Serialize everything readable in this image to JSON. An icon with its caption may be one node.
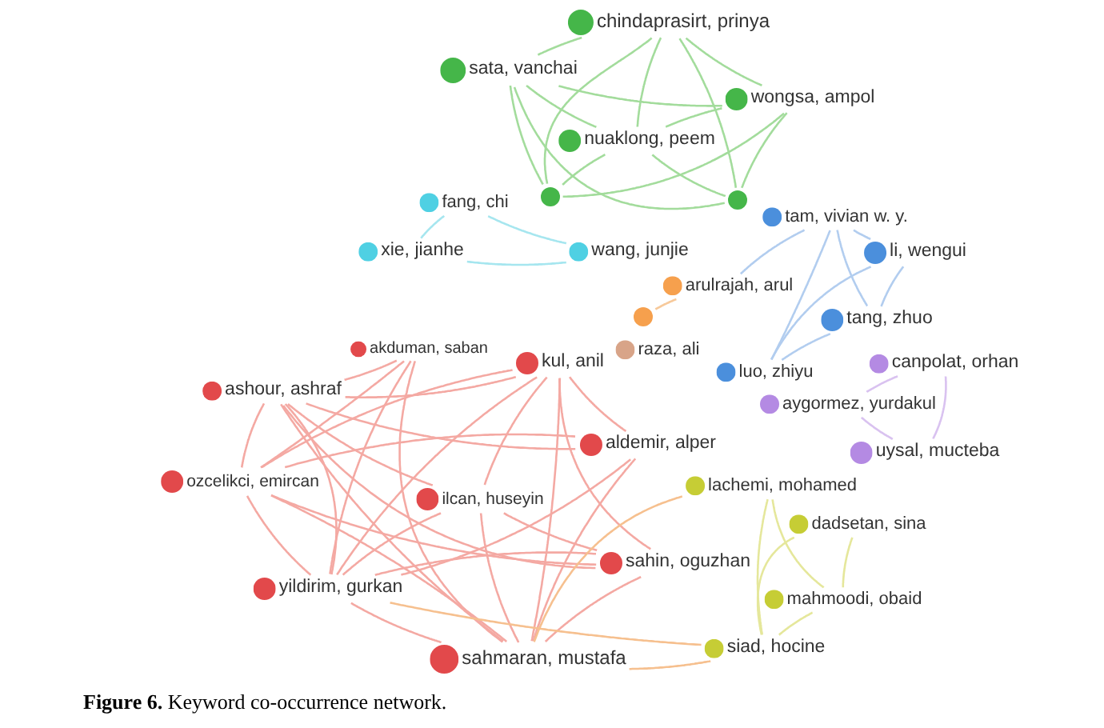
{
  "diagram": {
    "caption": "**Figure 6.** Keyword co-occurrence network.",
    "nodes": [
      {
        "text": [
          "chindaprasirt, prinya"
        ]
      },
      {
        "text": [
          "sata, vanchai"
        ]
      },
      {
        "text": [
          "wongsa, ampol"
        ]
      },
      {
        "text": [
          "nuaklong, peem"
        ]
      },
      {
        "text": [],
        "shape": "circle"
      },
      {
        "text": [],
        "shape": "circle"
      },
      {
        "text": [
          "fang, chi"
        ]
      },
      {
        "text": [
          "tam, vivian w. y."
        ]
      },
      {
        "text": [
          "xie, jianhe"
        ]
      },
      {
        "text": [
          "wang, junjie"
        ]
      },
      {
        "text": [
          "li, wengui"
        ]
      },
      {
        "text": [
          "arulrajah, arul"
        ]
      },
      {
        "text": [],
        "shape": "circle"
      },
      {
        "text": [
          "tang, zhuo"
        ]
      },
      {
        "text": [
          "akduman, saban"
        ]
      },
      {
        "text": [
          "raza, ali"
        ]
      },
      {
        "text": [
          "kul, anil"
        ]
      },
      {
        "text": [
          "canpolat, orhan"
        ]
      },
      {
        "text": [
          "luo, zhiyu"
        ]
      },
      {
        "text": [
          "ashour, ashraf"
        ]
      },
      {
        "text": [
          "aygormez, yurdakul"
        ]
      },
      {
        "text": [
          "aldemir, alper"
        ]
      },
      {
        "text": [
          "uysal, mucteba"
        ]
      },
      {
        "text": [
          "ozcelikci, emircan"
        ]
      },
      {
        "text": [
          "lachemi, mohamed"
        ]
      },
      {
        "text": [
          "ilcan, huseyin"
        ]
      },
      {
        "text": [
          "dadsetan, sina"
        ]
      },
      {
        "text": [
          "sahin, oguzhan"
        ]
      },
      {
        "text": [
          "yildirim, gurkan"
        ]
      },
      {
        "text": [
          "mahmoodi, obaid"
        ]
      },
      {
        "text": [
          "siad, hocine"
        ]
      },
      {
        "text": [
          "sahmaran, mustafa"
        ]
      }
    ],
    "edges": [
      {
        "from": 0,
        "to": 1,
        "arrow": "none",
        "color": "#a3dc9c"
      },
      {
        "from": 0,
        "to": 2,
        "arrow": "none",
        "color": "#a3dc9c"
      },
      {
        "from": 0,
        "to": 3,
        "arrow": "none",
        "color": "#a3dc9c"
      },
      {
        "from": 0,
        "to": 4,
        "arrow": "none",
        "color": "#a3dc9c"
      },
      {
        "from": 0,
        "to": 5,
        "arrow": "none",
        "color": "#a3dc9c"
      },
      {
        "from": 1,
        "to": 2,
        "arrow": "none",
        "color": "#a3dc9c"
      },
      {
        "from": 1,
        "to": 3,
        "arrow": "none",
        "color": "#a3dc9c"
      },
      {
        "from": 1,
        "to": 4,
        "arrow": "none",
        "color": "#a3dc9c"
      },
      {
        "from": 1,
        "to": 5,
        "arrow": "none",
        "color": "#a3dc9c"
      },
      {
        "from": 2,
        "to": 3,
        "arrow": "none",
        "color": "#a3dc9c"
      },
      {
        "from": 2,
        "to": 4,
        "arrow": "none",
        "color": "#a3dc9c"
      },
      {
        "from": 2,
        "to": 5,
        "arrow": "none",
        "color": "#a3dc9c"
      },
      {
        "from": 3,
        "to": 4,
        "arrow": "none",
        "color": "#a3dc9c"
      },
      {
        "from": 3,
        "to": 5,
        "arrow": "none",
        "color": "#a3dc9c"
      },
      {
        "from": 6,
        "to": 8,
        "arrow": "none",
        "color": "#a6e6ef"
      },
      {
        "from": 6,
        "to": 9,
        "arrow": "none",
        "color": "#a6e6ef"
      },
      {
        "from": 8,
        "to": 9,
        "arrow": "none",
        "color": "#a6e6ef"
      },
      {
        "from": 7,
        "to": 10,
        "arrow": "none",
        "color": "#b2cdef"
      },
      {
        "from": 7,
        "to": 13,
        "arrow": "none",
        "color": "#b2cdef"
      },
      {
        "from": 7,
        "to": 18,
        "arrow": "none",
        "color": "#b2cdef"
      },
      {
        "from": 7,
        "to": 11,
        "arrow": "none",
        "color": "#b2cdef"
      },
      {
        "from": 10,
        "to": 13,
        "arrow": "none",
        "color": "#b2cdef"
      },
      {
        "from": 10,
        "to": 18,
        "arrow": "none",
        "color": "#b2cdef"
      },
      {
        "from": 13,
        "to": 18,
        "arrow": "none",
        "color": "#b2cdef"
      },
      {
        "from": 11,
        "to": 12,
        "arrow": "none",
        "color": "#f7c99a"
      },
      {
        "from": 17,
        "to": 20,
        "arrow": "none",
        "color": "#d9c2f0"
      },
      {
        "from": 17,
        "to": 22,
        "arrow": "none",
        "color": "#d9c2f0"
      },
      {
        "from": 20,
        "to": 22,
        "arrow": "none",
        "color": "#d9c2f0"
      },
      {
        "from": 19,
        "to": 14,
        "arrow": "none"
      },
      {
        "from": 19,
        "to": 16,
        "arrow": "none"
      },
      {
        "from": 19,
        "to": 21,
        "arrow": "none"
      },
      {
        "from": 19,
        "to": 23,
        "arrow": "none"
      },
      {
        "from": 19,
        "to": 25,
        "arrow": "none"
      },
      {
        "from": 19,
        "to": 27,
        "arrow": "none"
      },
      {
        "from": 19,
        "to": 28,
        "arrow": "none"
      },
      {
        "from": 19,
        "to": 31,
        "arrow": "none"
      },
      {
        "from": 14,
        "to": 23,
        "arrow": "none"
      },
      {
        "from": 14,
        "to": 28,
        "arrow": "none"
      },
      {
        "from": 14,
        "to": 31,
        "arrow": "none"
      },
      {
        "from": 16,
        "to": 23,
        "arrow": "none"
      },
      {
        "from": 16,
        "to": 28,
        "arrow": "none"
      },
      {
        "from": 16,
        "to": 31,
        "arrow": "none"
      },
      {
        "from": 16,
        "to": 21,
        "arrow": "none"
      },
      {
        "from": 16,
        "to": 27,
        "arrow": "none"
      },
      {
        "from": 16,
        "to": 25,
        "arrow": "none"
      },
      {
        "from": 21,
        "to": 23,
        "arrow": "none"
      },
      {
        "from": 21,
        "to": 28,
        "arrow": "none"
      },
      {
        "from": 21,
        "to": 31,
        "arrow": "none"
      },
      {
        "from": 23,
        "to": 28,
        "arrow": "none"
      },
      {
        "from": 23,
        "to": 31,
        "arrow": "none"
      },
      {
        "from": 23,
        "to": 27,
        "arrow": "none"
      },
      {
        "from": 25,
        "to": 28,
        "arrow": "none"
      },
      {
        "from": 25,
        "to": 31,
        "arrow": "none"
      },
      {
        "from": 25,
        "to": 27,
        "arrow": "none"
      },
      {
        "from": 27,
        "to": 28,
        "arrow": "none"
      },
      {
        "from": 27,
        "to": 31,
        "arrow": "none"
      },
      {
        "from": 28,
        "to": 31,
        "arrow": "none"
      },
      {
        "from": 31,
        "to": 24,
        "arrow": "none",
        "color": "#f6c08f"
      },
      {
        "from": 31,
        "to": 30,
        "arrow": "none",
        "color": "#f6c08f"
      },
      {
        "from": 28,
        "to": 30,
        "arrow": "none",
        "color": "#f6c08f"
      },
      {
        "from": 24,
        "to": 29,
        "arrow": "none",
        "color": "#e5e79b"
      },
      {
        "from": 24,
        "to": 30,
        "arrow": "none",
        "color": "#e5e79b"
      },
      {
        "from": 26,
        "to": 29,
        "arrow": "none",
        "color": "#e5e79b"
      },
      {
        "from": 26,
        "to": 30,
        "arrow": "none",
        "color": "#e5e79b"
      },
      {
        "from": 29,
        "to": 30,
        "arrow": "none",
        "color": "#e5e79b"
      }
    ]
  }
}
